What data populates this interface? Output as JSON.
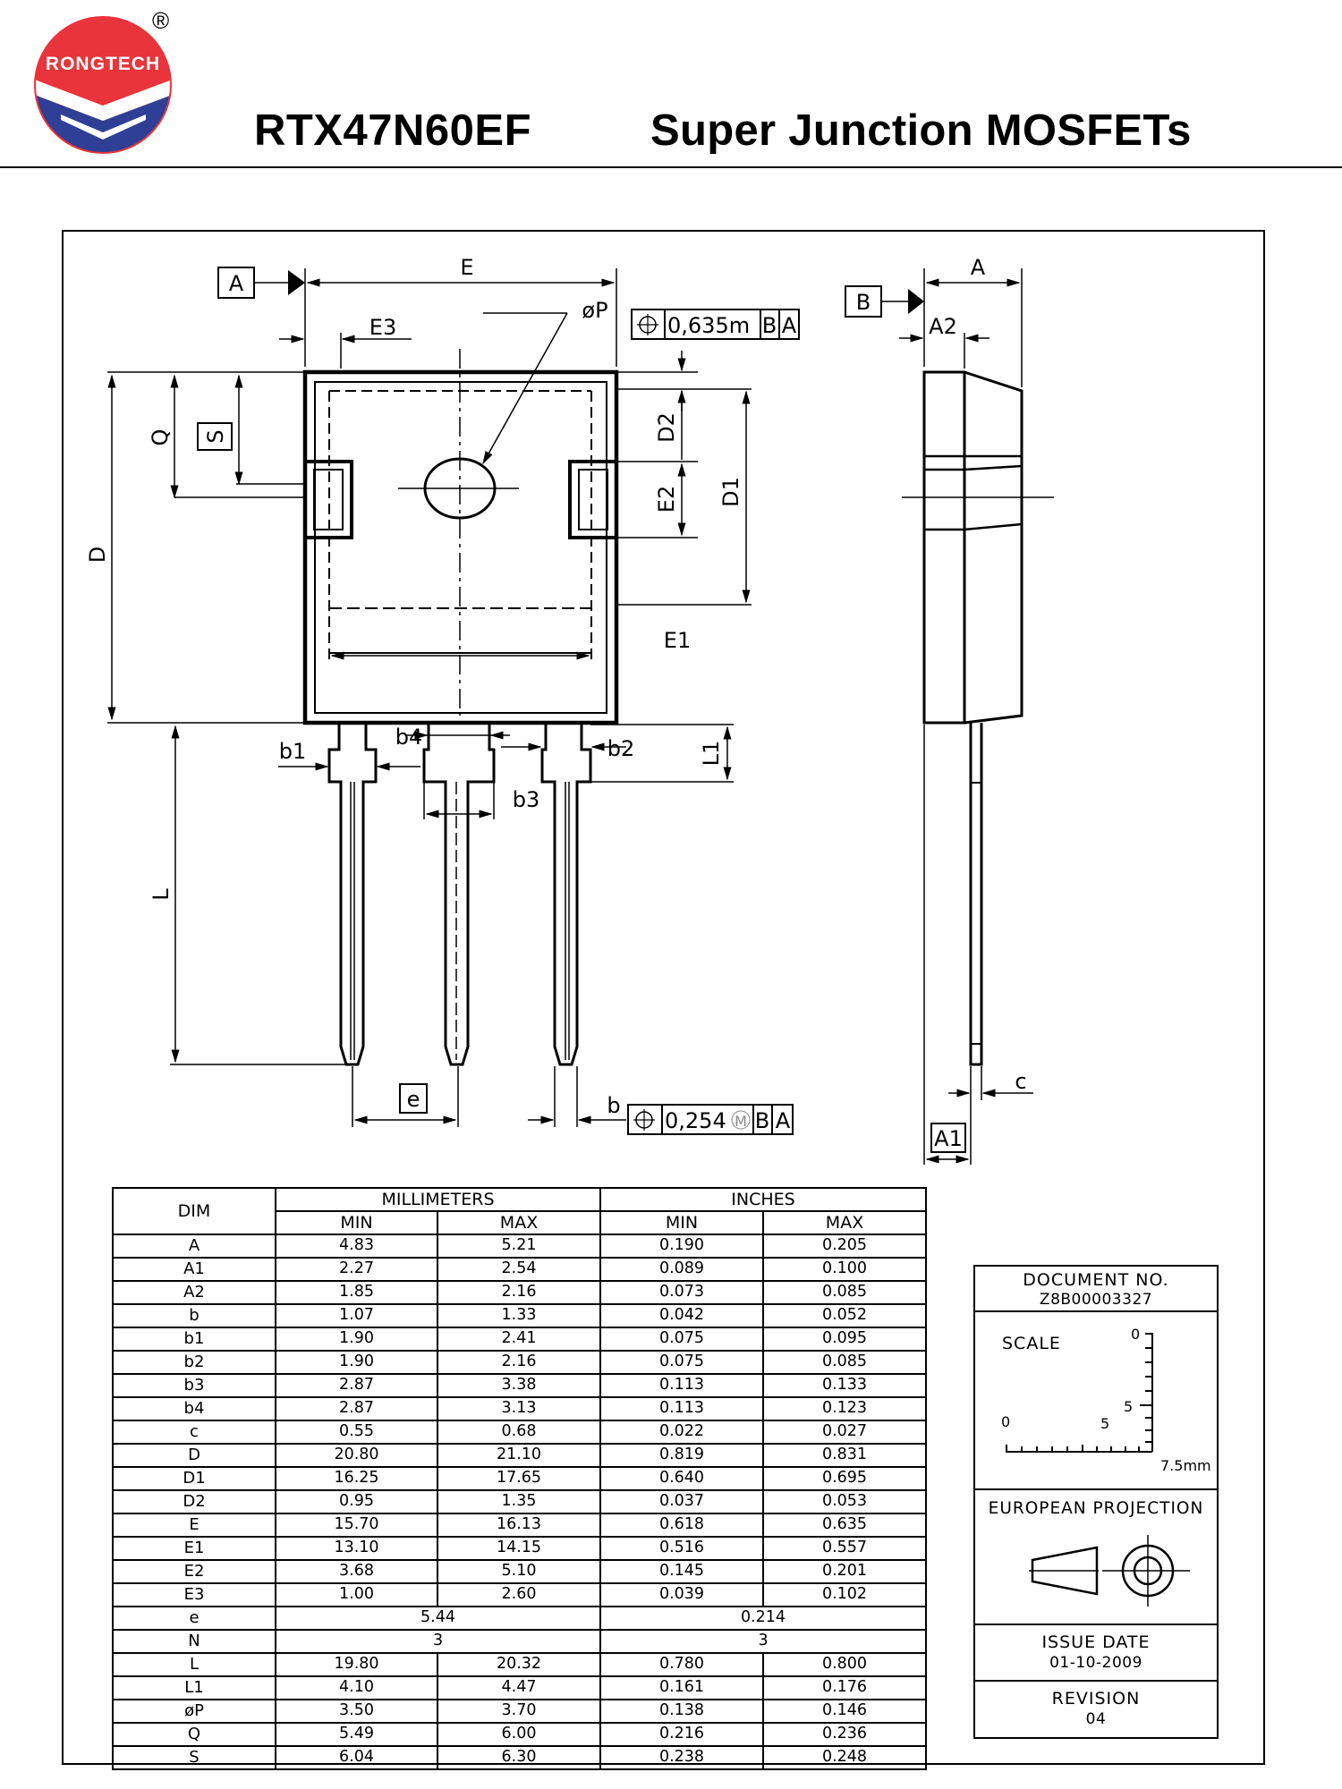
{
  "header": {
    "brand": "RONGTECH",
    "registered_mark": "®",
    "part_number": "RTX47N60EF",
    "title": "Super Junction MOSFETs"
  },
  "drawing": {
    "datum_a": "A",
    "datum_b": "B",
    "label_E": "E",
    "label_E3": "E3",
    "label_phiP": "øP",
    "fcf_top_value": "0,635m",
    "fcf_top_ref1": "B",
    "fcf_top_ref2": "A",
    "label_A": "A",
    "label_A2": "A2",
    "label_Q": "Q",
    "label_S": "S",
    "label_D": "D",
    "label_D2": "D2",
    "label_E2": "E2",
    "label_D1": "D1",
    "label_E1": "E1",
    "label_b1": "b1",
    "label_b4": "b4",
    "label_b2": "b2",
    "label_L1": "L1",
    "label_b3": "b3",
    "label_L": "L",
    "label_e": "e",
    "label_b": "b",
    "fcf_bot_value": "0,254",
    "fcf_bot_mod": "M",
    "fcf_bot_ref1": "B",
    "fcf_bot_ref2": "A",
    "label_c": "c",
    "label_A1": "A1"
  },
  "table": {
    "dim_header": "DIM",
    "mm_header": "MILLIMETERS",
    "in_header": "INCHES",
    "min_label": "MIN",
    "max_label": "MAX",
    "rows": [
      {
        "dim": "A",
        "mm_min": "4.83",
        "mm_max": "5.21",
        "in_min": "0.190",
        "in_max": "0.205"
      },
      {
        "dim": "A1",
        "mm_min": "2.27",
        "mm_max": "2.54",
        "in_min": "0.089",
        "in_max": "0.100"
      },
      {
        "dim": "A2",
        "mm_min": "1.85",
        "mm_max": "2.16",
        "in_min": "0.073",
        "in_max": "0.085"
      },
      {
        "dim": "b",
        "mm_min": "1.07",
        "mm_max": "1.33",
        "in_min": "0.042",
        "in_max": "0.052"
      },
      {
        "dim": "b1",
        "mm_min": "1.90",
        "mm_max": "2.41",
        "in_min": "0.075",
        "in_max": "0.095"
      },
      {
        "dim": "b2",
        "mm_min": "1.90",
        "mm_max": "2.16",
        "in_min": "0.075",
        "in_max": "0.085"
      },
      {
        "dim": "b3",
        "mm_min": "2.87",
        "mm_max": "3.38",
        "in_min": "0.113",
        "in_max": "0.133"
      },
      {
        "dim": "b4",
        "mm_min": "2.87",
        "mm_max": "3.13",
        "in_min": "0.113",
        "in_max": "0.123"
      },
      {
        "dim": "c",
        "mm_min": "0.55",
        "mm_max": "0.68",
        "in_min": "0.022",
        "in_max": "0.027"
      },
      {
        "dim": "D",
        "mm_min": "20.80",
        "mm_max": "21.10",
        "in_min": "0.819",
        "in_max": "0.831"
      },
      {
        "dim": "D1",
        "mm_min": "16.25",
        "mm_max": "17.65",
        "in_min": "0.640",
        "in_max": "0.695"
      },
      {
        "dim": "D2",
        "mm_min": "0.95",
        "mm_max": "1.35",
        "in_min": "0.037",
        "in_max": "0.053"
      },
      {
        "dim": "E",
        "mm_min": "15.70",
        "mm_max": "16.13",
        "in_min": "0.618",
        "in_max": "0.635"
      },
      {
        "dim": "E1",
        "mm_min": "13.10",
        "mm_max": "14.15",
        "in_min": "0.516",
        "in_max": "0.557"
      },
      {
        "dim": "E2",
        "mm_min": "3.68",
        "mm_max": "5.10",
        "in_min": "0.145",
        "in_max": "0.201"
      },
      {
        "dim": "E3",
        "mm_min": "1.00",
        "mm_max": "2.60",
        "in_min": "0.039",
        "in_max": "0.102"
      },
      {
        "dim": "e",
        "mm_single": "5.44",
        "in_single": "0.214"
      },
      {
        "dim": "N",
        "mm_single": "3",
        "in_single": "3"
      },
      {
        "dim": "L",
        "mm_min": "19.80",
        "mm_max": "20.32",
        "in_min": "0.780",
        "in_max": "0.800"
      },
      {
        "dim": "L1",
        "mm_min": "4.10",
        "mm_max": "4.47",
        "in_min": "0.161",
        "in_max": "0.176"
      },
      {
        "dim": "øP",
        "mm_min": "3.50",
        "mm_max": "3.70",
        "in_min": "0.138",
        "in_max": "0.146"
      },
      {
        "dim": "Q",
        "mm_min": "5.49",
        "mm_max": "6.00",
        "in_min": "0.216",
        "in_max": "0.236"
      },
      {
        "dim": "S",
        "mm_min": "6.04",
        "mm_max": "6.30",
        "in_min": "0.238",
        "in_max": "0.248"
      }
    ]
  },
  "info": {
    "document_no_label": "DOCUMENT  NO.",
    "document_no": "Z8B00003327",
    "scale_label": "SCALE",
    "scale_zero_v": "0",
    "scale_five_v": "5",
    "scale_zero_h": "0",
    "scale_five_h": "5",
    "scale_unit": "7.5mm",
    "projection": "EUROPEAN  PROJECTION",
    "issue_date_label": "ISSUE  DATE",
    "issue_date": "01-10-2009",
    "revision_label": "REVISION",
    "revision": "04"
  },
  "colors": {
    "logo_red": "#e8343a",
    "logo_blue": "#2e3f95"
  }
}
